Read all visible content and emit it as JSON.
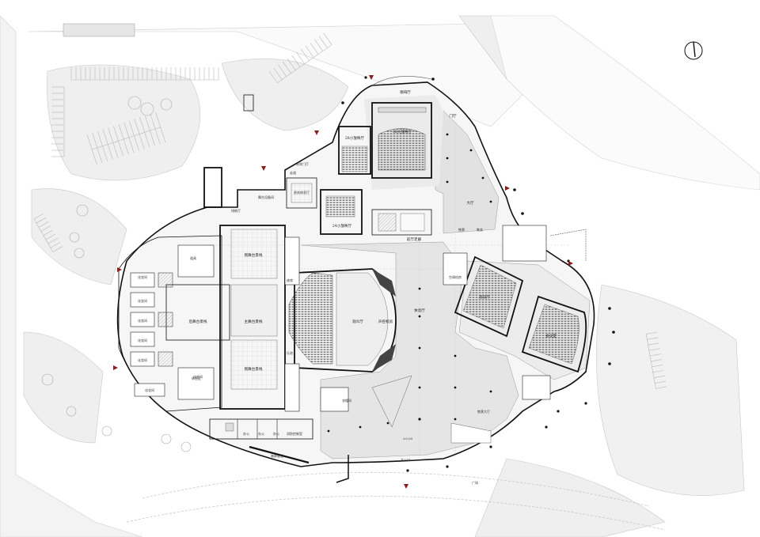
{
  "colors": {
    "ground": "#ffffff",
    "landscape": "#eeeeee",
    "landscape_edge": "#c8c8c8",
    "building_floor": "#f7f7f7",
    "hall_floor": "#e4e4e4",
    "wall": "#111111",
    "entry_marker": "#8b1c1c"
  },
  "icons": {
    "north_arrow": "north-arrow-icon",
    "entry_marker": "triangle-marker-icon",
    "tree": "tree-icon",
    "column": "column-dot-icon"
  },
  "labels": {
    "cafe": "咖啡厅",
    "door_hall": "门厅",
    "lobby": "大厅",
    "hall_28": "28小放映厅",
    "hall_38": "38大放映厅",
    "hall_24": "24小放映厅",
    "ticket": "售票",
    "shop": "售卖",
    "vip_entrance": "贵宾门厅",
    "corridor_top": "走道",
    "vip_lounge": "贵宾休息厅",
    "stage_equipment": "舞台设备间",
    "rehearsal": "排练厅",
    "prop_room": "道具",
    "dressing_room": "化妆间",
    "sub_stage_top": "侧舞台景栈",
    "main_stage": "主舞台景栈",
    "rear_stage": "后舞台景栈",
    "sub_stage_bottom": "侧舞台景栈",
    "seating": "座席",
    "orchestra": "乐池",
    "auditorium": "观众厅",
    "sound_room": "声控机房",
    "rest_hall": "休息厅",
    "foyer_corridor": "前厅走廊",
    "ac_room": "空调机房",
    "meeting_hall": "会议厅",
    "conference_room": "会议室",
    "ticket_hall": "售票大厅",
    "office_1": "办公",
    "office_2": "办公",
    "office_3": "办公",
    "fire_control": "消防控制室",
    "loading_ramp": "装卸坡道",
    "cloakroom": "衣帽间",
    "lounge": "休息区",
    "dressing_left_1": "化妆间",
    "dressing_left_2": "化妆间",
    "dressing_left_3": "化妆间",
    "dressing_left_4": "化妆间",
    "dressing_left_5": "化妆间",
    "dressing_left_6": "化妆间",
    "main_entrance": "主入口",
    "plaza_south": "广场",
    "elevation": "±0.00"
  }
}
